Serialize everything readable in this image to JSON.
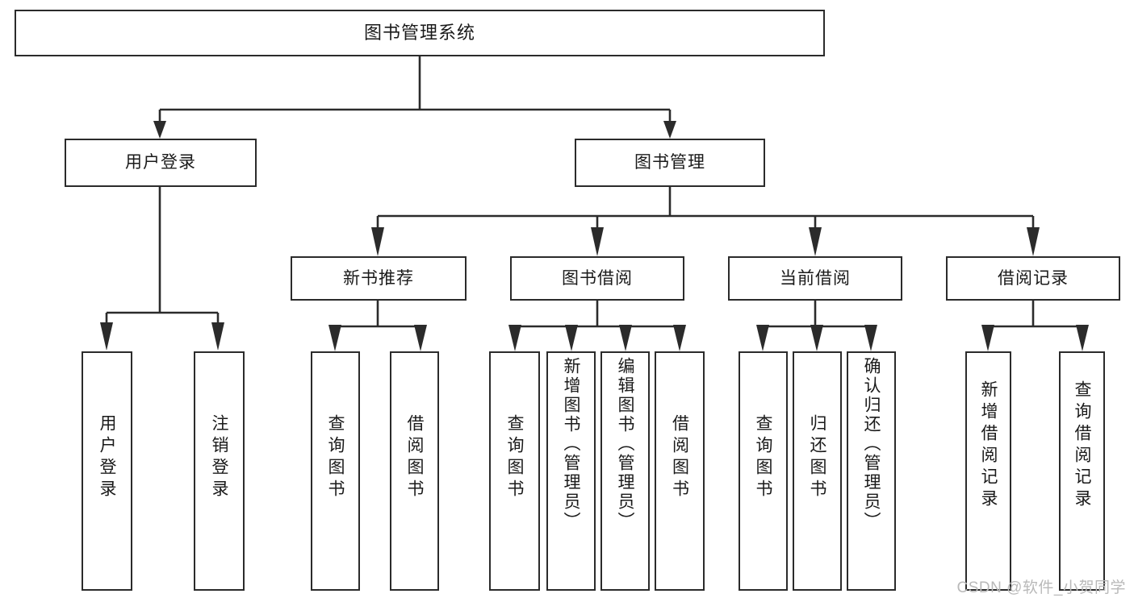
{
  "diagram": {
    "type": "tree-hierarchy-chart",
    "title": "图书管理系统",
    "watermark": "CSDN @软件_小贺同学",
    "colors": {
      "stroke": "#2b2b2b",
      "fill": "#ffffff",
      "text": "#1a1a1a",
      "watermark": "#b9b9b9"
    },
    "nodes": {
      "root": {
        "label": "图书管理系统"
      },
      "level1": [
        {
          "id": "user-login",
          "label": "用户登录"
        },
        {
          "id": "book-manage",
          "label": "图书管理"
        }
      ],
      "level2": [
        {
          "id": "new-book-recommend",
          "label": "新书推荐",
          "parent": "book-manage"
        },
        {
          "id": "book-borrow",
          "label": "图书借阅",
          "parent": "book-manage"
        },
        {
          "id": "current-borrow",
          "label": "当前借阅",
          "parent": "book-manage"
        },
        {
          "id": "borrow-record",
          "label": "借阅记录",
          "parent": "book-manage"
        }
      ],
      "leaves": [
        {
          "id": "leaf-user-login",
          "label": "用户登录",
          "parent": "user-login"
        },
        {
          "id": "leaf-user-logout",
          "label": "注销登录",
          "parent": "user-login"
        },
        {
          "id": "leaf-query-book-1",
          "label": "查询图书",
          "parent": "new-book-recommend"
        },
        {
          "id": "leaf-borrow-book-1",
          "label": "借阅图书",
          "parent": "new-book-recommend"
        },
        {
          "id": "leaf-query-book-2",
          "label": "查询图书",
          "parent": "book-borrow"
        },
        {
          "id": "leaf-add-book",
          "label": "新增图书（管理员）",
          "parent": "book-borrow"
        },
        {
          "id": "leaf-edit-book",
          "label": "编辑图书（管理员）",
          "parent": "book-borrow"
        },
        {
          "id": "leaf-borrow-book-2",
          "label": "借阅图书",
          "parent": "book-borrow"
        },
        {
          "id": "leaf-query-book-3",
          "label": "查询图书",
          "parent": "current-borrow"
        },
        {
          "id": "leaf-return-book",
          "label": "归还图书",
          "parent": "current-borrow"
        },
        {
          "id": "leaf-confirm-return",
          "label": "确认归还（管理员）",
          "parent": "current-borrow"
        },
        {
          "id": "leaf-add-record",
          "label": "新增借阅记录",
          "parent": "borrow-record"
        },
        {
          "id": "leaf-query-record",
          "label": "查询借阅记录",
          "parent": "borrow-record"
        }
      ]
    }
  }
}
